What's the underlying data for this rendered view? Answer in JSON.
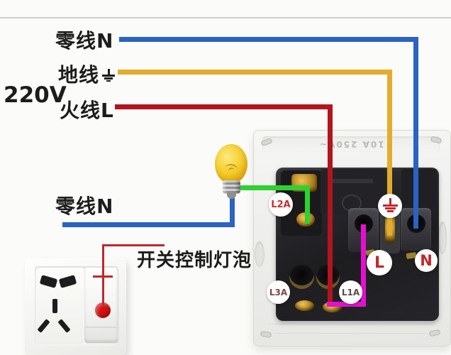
{
  "page": {
    "background": "#fbfbf9",
    "divider_color": "#cfcfcc"
  },
  "labels": {
    "voltage": "220V",
    "neutral_top": "零线N",
    "ground": "地线",
    "live": "火线L",
    "neutral_bottom": "零线N",
    "switch_caption": "开关控制灯泡"
  },
  "wires": {
    "neutral": {
      "color": "#2a63c4"
    },
    "ground": {
      "color": "#e7ab2b"
    },
    "live": {
      "color": "#b3141d"
    },
    "lamp_feed": {
      "color": "#2fd12f"
    },
    "live_jumper": {
      "color": "#e311cf"
    },
    "callout": {
      "color": "#c0272d"
    }
  },
  "bulb": {
    "glass_color": "#f2c71d",
    "base_color": "#9a9a9a"
  },
  "rear_panel": {
    "embossed_text": "10A 250V~",
    "terminals": {
      "l2a": "L2A",
      "l3a": "L3A",
      "l1a": "L1A",
      "live": "L",
      "neutral": "N"
    },
    "label_colors": {
      "l2a": "#d02a2a",
      "l3a": "#7c4444",
      "l1a": "#5c4a4a",
      "live": "#c4262c",
      "neutral": "#c4262c"
    },
    "ground_symbol_color": "#c0272d"
  },
  "front_panel": {
    "indicator_color": "#d31212"
  }
}
